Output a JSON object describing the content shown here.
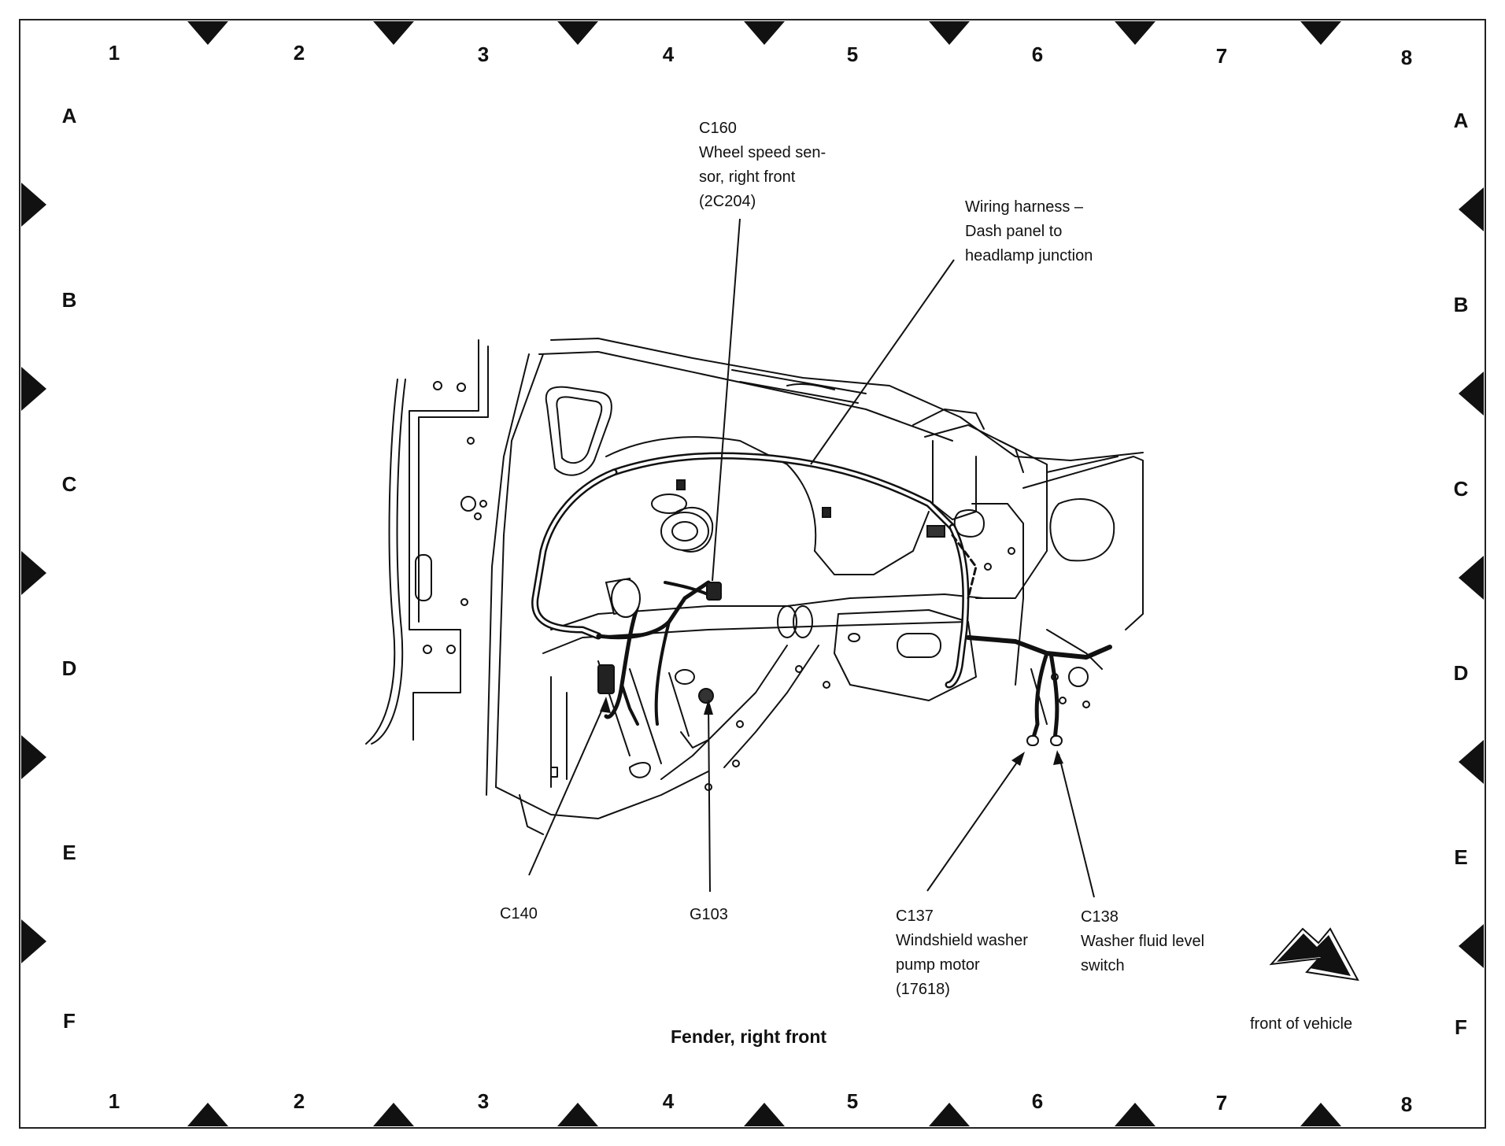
{
  "grid": {
    "columns": [
      "1",
      "2",
      "3",
      "4",
      "5",
      "6",
      "7",
      "8"
    ],
    "rows": [
      "A",
      "B",
      "C",
      "D",
      "E",
      "F"
    ]
  },
  "callouts": {
    "c160": {
      "lines": [
        "C160",
        "Wheel speed sen-",
        "sor, right front",
        "(2C204)"
      ]
    },
    "harness": {
      "lines": [
        "Wiring harness –",
        "Dash panel to",
        "headlamp junction"
      ]
    },
    "c140": {
      "lines": [
        "C140"
      ]
    },
    "g103": {
      "lines": [
        "G103"
      ]
    },
    "c137": {
      "lines": [
        "C137",
        "Windshield washer",
        "pump motor",
        "(17618)"
      ]
    },
    "c138": {
      "lines": [
        "C138",
        "Washer fluid level",
        "switch"
      ]
    }
  },
  "caption": "Fender, right front",
  "orientation_label": "front of vehicle"
}
